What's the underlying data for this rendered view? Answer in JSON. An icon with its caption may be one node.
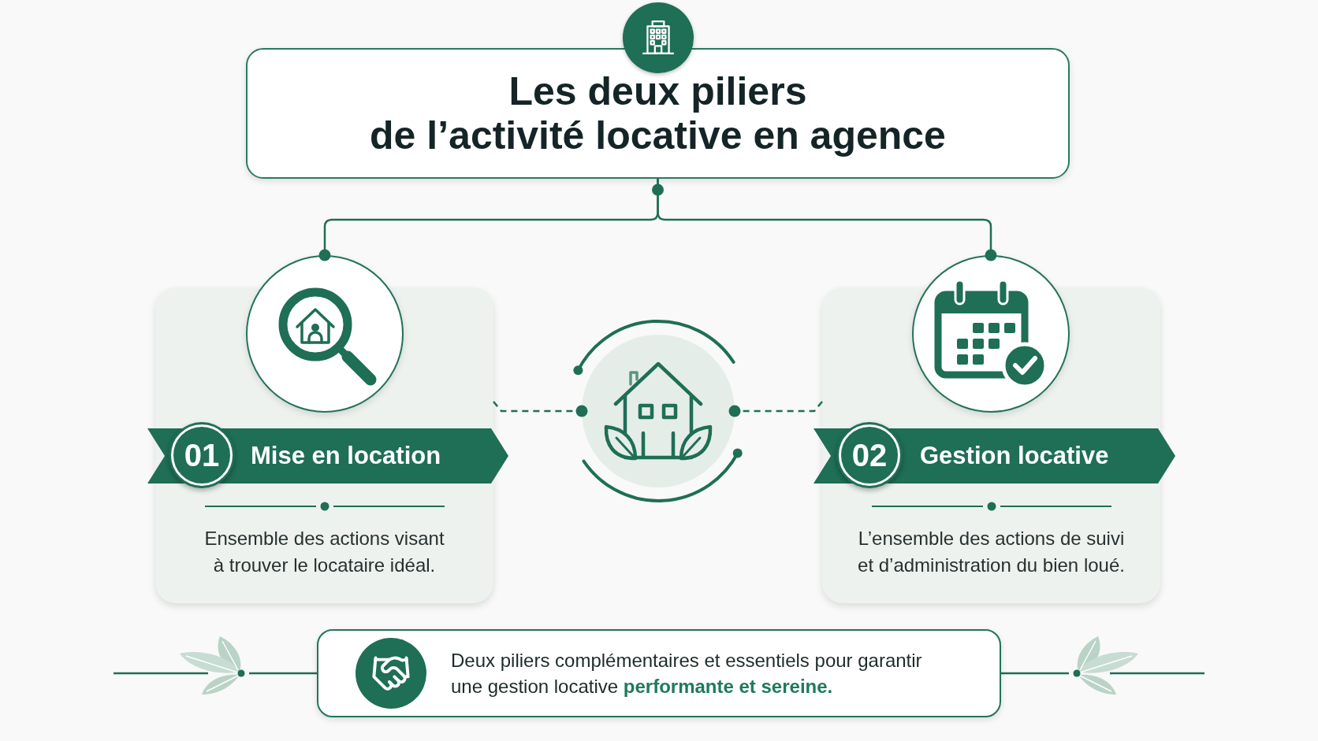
{
  "diagram": {
    "nodes": [
      {
        "text": [
          "Les deux piliers de l’activité locative en agence"
        ]
      },
      {
        "text": [],
        "shape": "circle"
      },
      {
        "text": [
          "Ensemble des actions visant à trouver le locataire idéal."
        ]
      },
      {
        "text": [
          "Mise en location"
        ]
      },
      {
        "text": [
          "01"
        ],
        "in": 2
      },
      {
        "text": [],
        "shape": "circle"
      },
      {
        "text": [],
        "shape": "circle"
      },
      {
        "text": [
          "L’ensemble des actions de suivi et d’administration du bien loué."
        ]
      },
      {
        "text": [
          "Gestion locative"
        ]
      },
      {
        "text": [
          "02"
        ],
        "in": 7
      },
      {
        "text": [
          "Deux piliers complémentaires et essentiels pour garantir une gestion locative **performante et sereine.**"
        ]
      }
    ],
    "edges": [
      {
        "from": 0,
        "to": 1,
        "arrow": "other"
      },
      {
        "from": 0,
        "to": 6,
        "arrow": "other"
      },
      {
        "from": 2,
        "to": 5,
        "arrow": "other",
        "style": "dashed"
      },
      {
        "from": 7,
        "to": 5,
        "arrow": "other",
        "style": "dashed"
      }
    ]
  }
}
